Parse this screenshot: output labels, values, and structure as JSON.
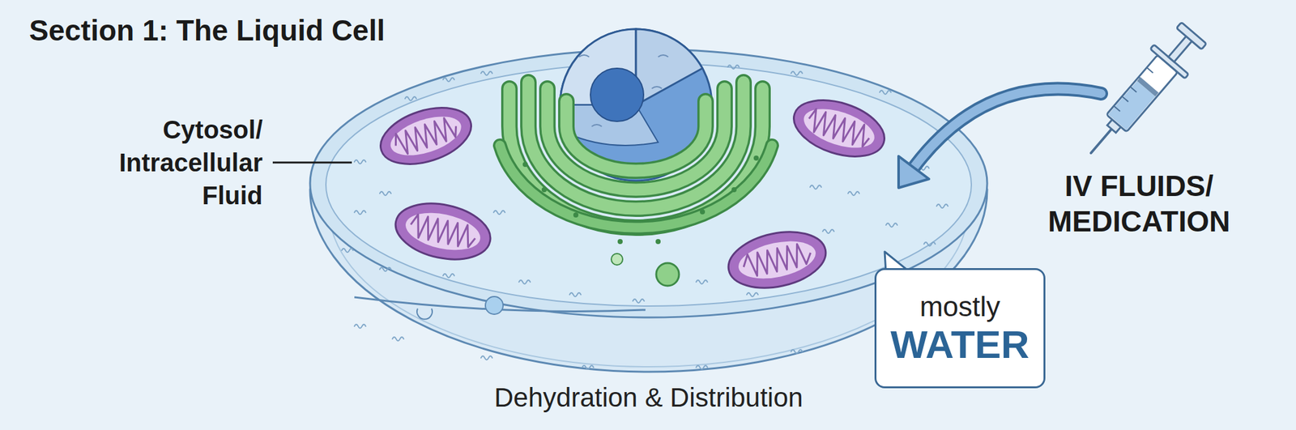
{
  "diagram": {
    "title": "Section 1: The Liquid Cell",
    "caption": "Dehydration & Distribution",
    "nodes": [
      {
        "text": [
          "mostly",
          "WATER"
        ]
      }
    ],
    "edges": [],
    "labels": [
      "Cytosol/ Intracellular Fluid",
      "IV FLUIDS/ MEDICATION"
    ]
  }
}
